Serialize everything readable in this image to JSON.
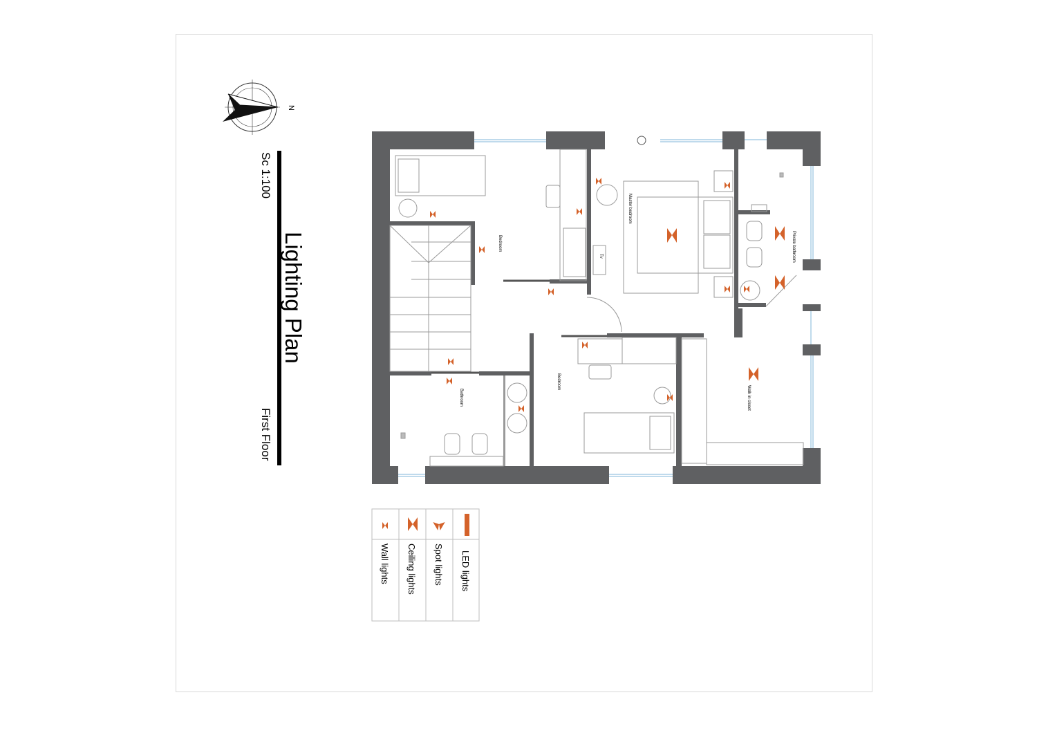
{
  "title": "Lighting Plan",
  "scale": "Sc 1:100",
  "floor": "First Floor",
  "north": "N",
  "colors": {
    "wall": "#5f6062",
    "light": "#d4622a",
    "line": "#9a9a9a",
    "window": "#7fb6d9"
  },
  "rooms": [
    {
      "key": "bedroom_1",
      "label": "Bedroom"
    },
    {
      "key": "master_bedroom",
      "label": "Master bedroom"
    },
    {
      "key": "private_bathroom",
      "label": "Private bathroom"
    },
    {
      "key": "bathroom",
      "label": "Bathroom"
    },
    {
      "key": "bedroom_2",
      "label": "Bedroom"
    },
    {
      "key": "walk_in_closet",
      "label": "Walk in closet"
    },
    {
      "key": "tv",
      "label": "Tv"
    }
  ],
  "legend": [
    {
      "key": "wall",
      "label": "Wall lights",
      "icon": "wall-light-icon"
    },
    {
      "key": "ceiling",
      "label": "Ceiling lights",
      "icon": "ceiling-light-icon"
    },
    {
      "key": "spot",
      "label": "Spot lights",
      "icon": "spot-light-icon"
    },
    {
      "key": "led",
      "label": "LED lights",
      "icon": "led-light-icon"
    }
  ]
}
